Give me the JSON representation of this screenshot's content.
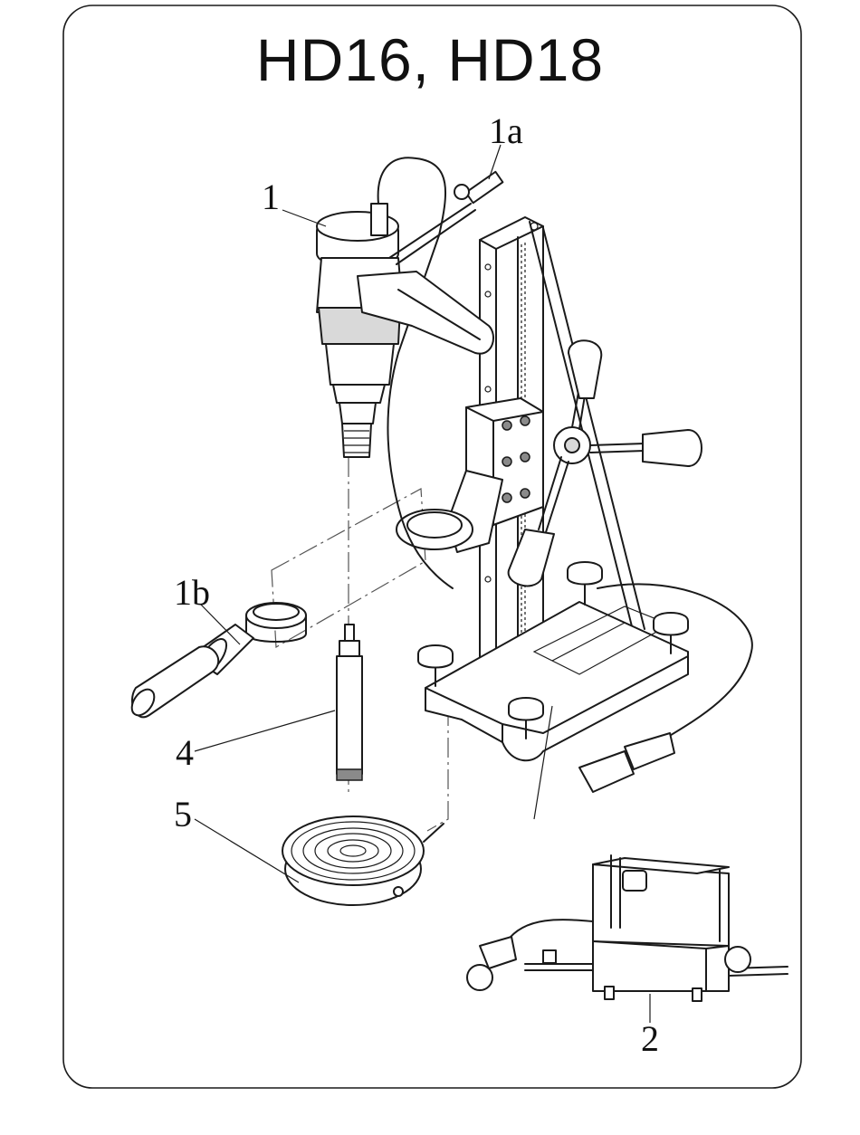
{
  "title": "HD16, HD18",
  "callouts": {
    "c1": "1",
    "c1a": "1a",
    "c1b": "1b",
    "c2": "2",
    "c4": "4",
    "c5": "5"
  },
  "colors": {
    "line": "#1a1a1a",
    "background": "#ffffff",
    "shade": "#d9d9d9"
  }
}
